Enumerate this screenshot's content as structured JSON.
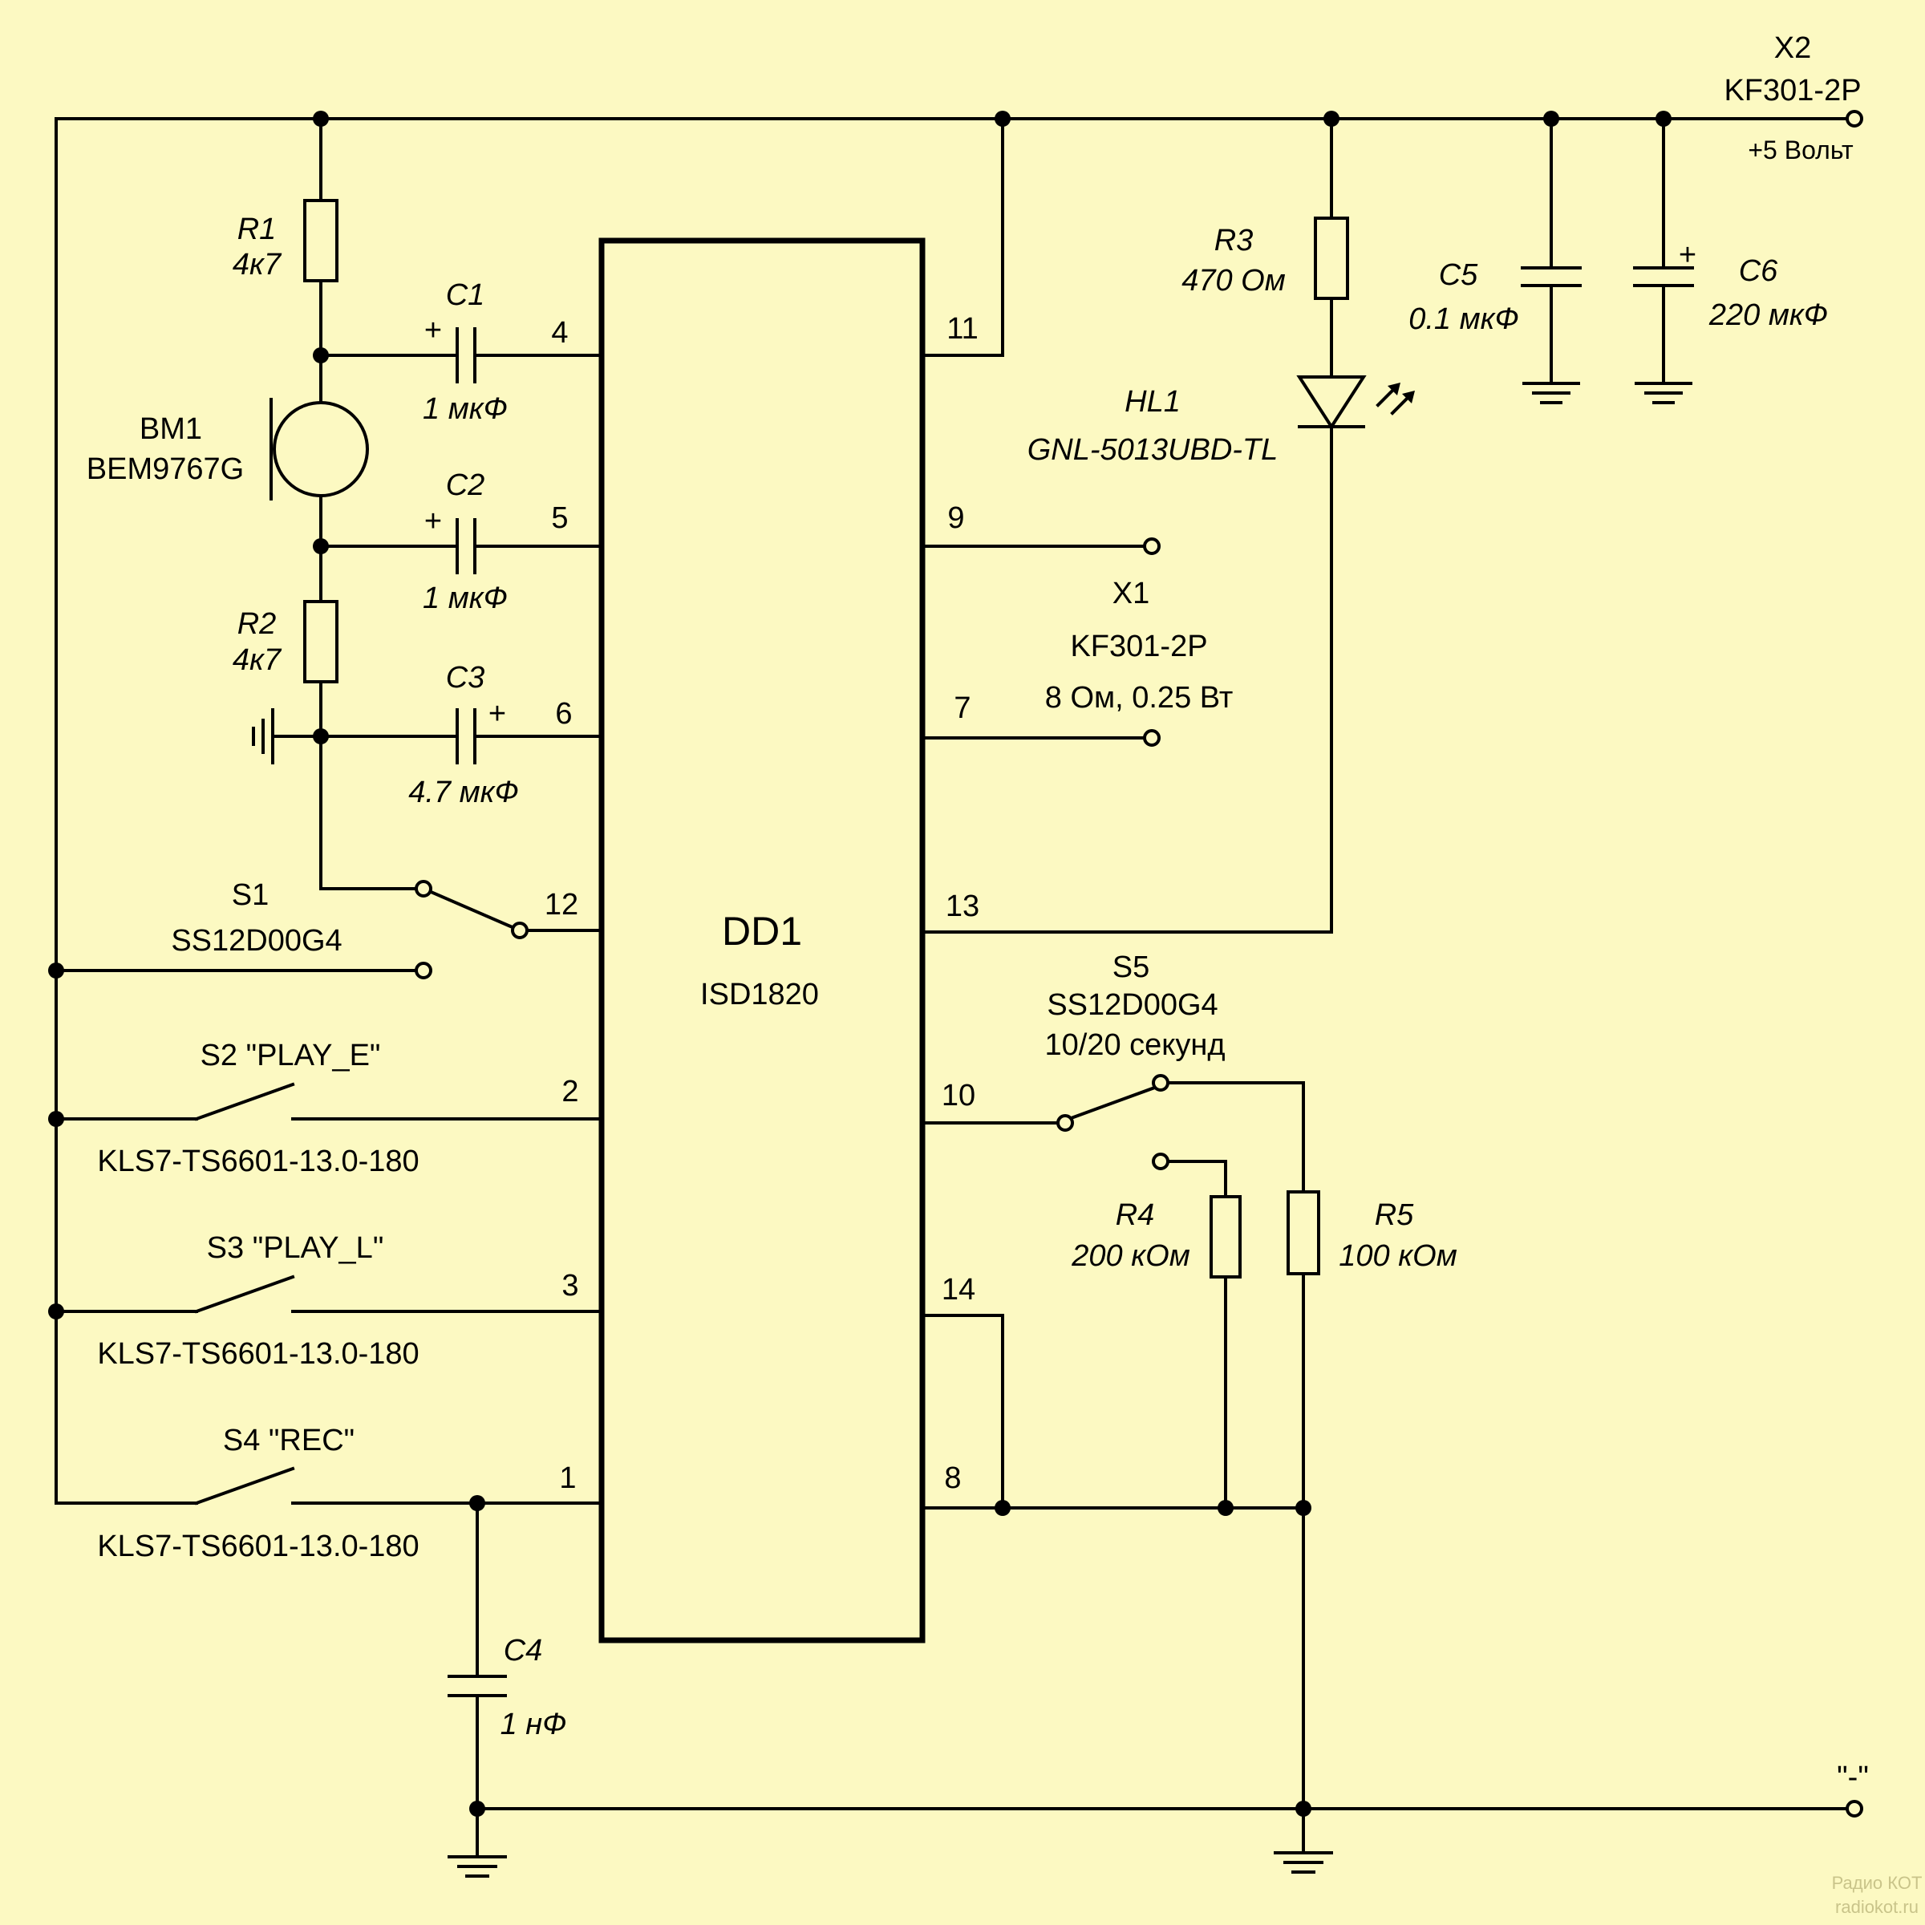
{
  "chip": {
    "ref": "DD1",
    "part": "ISD1820"
  },
  "pins": {
    "p4": "4",
    "p5": "5",
    "p6": "6",
    "p12": "12",
    "p2": "2",
    "p3": "3",
    "p1": "1",
    "p11": "11",
    "p9": "9",
    "p7": "7",
    "p13": "13",
    "p10": "10",
    "p14": "14",
    "p8": "8"
  },
  "r1": {
    "ref": "R1",
    "value": "4к7"
  },
  "r2": {
    "ref": "R2",
    "value": "4к7"
  },
  "r3": {
    "ref": "R3",
    "value": "470 Ом"
  },
  "r4": {
    "ref": "R4",
    "value": "200 кОм"
  },
  "r5": {
    "ref": "R5",
    "value": "100 кОм"
  },
  "c1": {
    "ref": "C1",
    "value": "1 мкФ"
  },
  "c2": {
    "ref": "C2",
    "value": "1 мкФ"
  },
  "c3": {
    "ref": "C3",
    "value": "4.7 мкФ"
  },
  "c4": {
    "ref": "C4",
    "value": "1 нФ"
  },
  "c5": {
    "ref": "C5",
    "value": "0.1 мкФ"
  },
  "c6": {
    "ref": "C6",
    "value": "220 мкФ"
  },
  "plus": "+",
  "bm1": {
    "ref": "BM1",
    "part": "BEM9767G"
  },
  "hl1": {
    "ref": "HL1",
    "part": "GNL-5013UBD-TL"
  },
  "x1": {
    "ref": "X1",
    "part": "KF301-2P",
    "spec": "8 Ом, 0.25 Вт"
  },
  "x2": {
    "ref": "X2",
    "part": "KF301-2P",
    "spec": "+5 Вольт"
  },
  "minus_label": "\"-\"",
  "s1": {
    "ref": "S1",
    "part": "SS12D00G4"
  },
  "s2": {
    "ref": "S2 \"PLAY_E\"",
    "part": "KLS7-TS6601-13.0-180"
  },
  "s3": {
    "ref": "S3 \"PLAY_L\"",
    "part": "KLS7-TS6601-13.0-180"
  },
  "s4": {
    "ref": "S4 \"REC\"",
    "part": "KLS7-TS6601-13.0-180"
  },
  "s5": {
    "ref": "S5",
    "part": "SS12D00G4",
    "note": "10/20 секунд"
  },
  "watermark": {
    "line1": "Радио КОТ",
    "line2": "radiokot.ru"
  }
}
